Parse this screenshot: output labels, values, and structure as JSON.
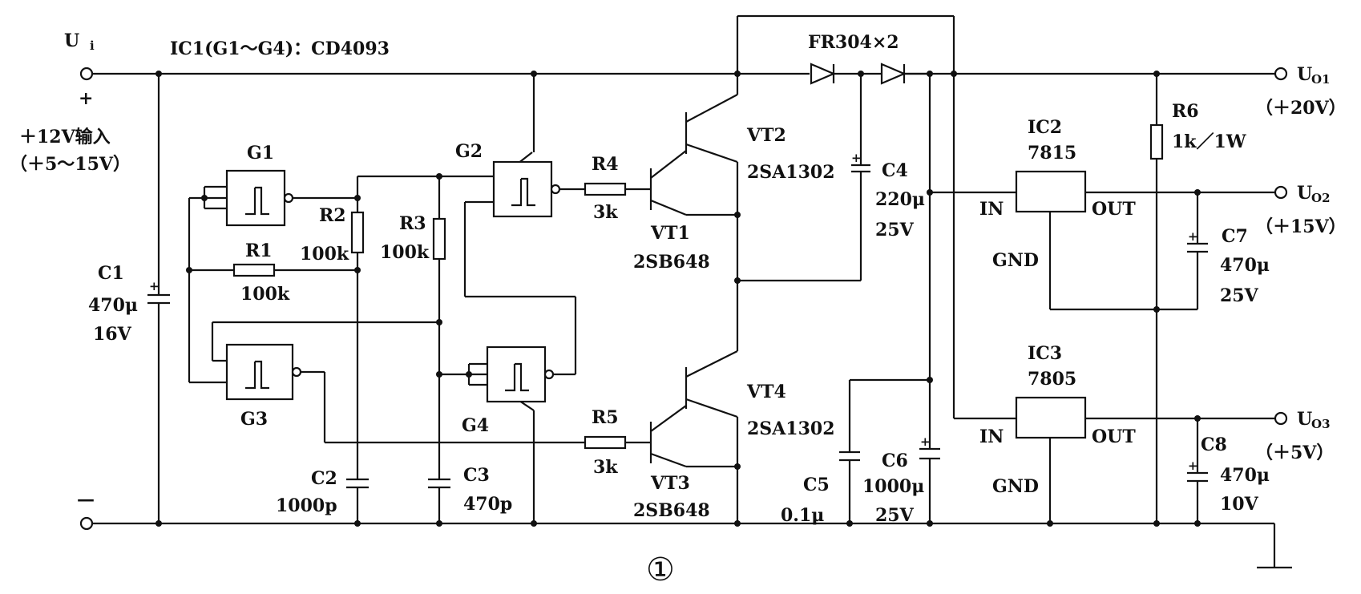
{
  "input": {
    "terminal": "U",
    "terminal_sub": "i",
    "ic_note": "IC1(G1～G4)：CD4093",
    "plus": "+",
    "minus": "—",
    "input_label": "＋12V输入",
    "input_range": "（＋5～15V）"
  },
  "parts": {
    "c1": {
      "name": "C1",
      "value": "470μ",
      "rating": "16V"
    },
    "g1": "G1",
    "g2": "G2",
    "g3": "G3",
    "g4": "G4",
    "r1": {
      "name": "R1",
      "value": "100k"
    },
    "r2": {
      "name": "R2",
      "value": "100k"
    },
    "r3": {
      "name": "R3",
      "value": "100k"
    },
    "c2": {
      "name": "C2",
      "value": "1000p"
    },
    "c3": {
      "name": "C3",
      "value": "470p"
    },
    "r4": {
      "name": "R4",
      "value": "3k"
    },
    "r5": {
      "name": "R5",
      "value": "3k"
    },
    "vt1": {
      "name": "VT1",
      "type": "2SB648"
    },
    "vt2": {
      "name": "VT2",
      "type": "2SA1302"
    },
    "vt3": {
      "name": "VT3",
      "type": "2SB648"
    },
    "vt4": {
      "name": "VT4",
      "type": "2SA1302"
    },
    "diodes": "FR304×2",
    "c4": {
      "name": "C4",
      "value": "220μ",
      "rating": "25V"
    },
    "c5": {
      "name": "C5",
      "value": "0.1μ"
    },
    "c6": {
      "name": "C6",
      "value": "1000μ",
      "rating": "25V"
    },
    "ic2": {
      "name": "IC2",
      "type": "7815",
      "in": "IN",
      "out": "OUT",
      "gnd": "GND"
    },
    "ic3": {
      "name": "IC3",
      "type": "7805",
      "in": "IN",
      "out": "OUT",
      "gnd": "GND"
    },
    "r6": {
      "name": "R6",
      "value": "1k／1W"
    },
    "c7": {
      "name": "C7",
      "value": "470μ",
      "rating": "25V"
    },
    "c8": {
      "name": "C8",
      "value": "470μ",
      "rating": "10V"
    }
  },
  "outputs": [
    {
      "label": "U",
      "sub": "O1",
      "voltage": "（＋20V）"
    },
    {
      "label": "U",
      "sub": "O2",
      "voltage": "（＋15V）"
    },
    {
      "label": "U",
      "sub": "O3",
      "voltage": "（＋5V）"
    }
  ],
  "figure_number": "①"
}
